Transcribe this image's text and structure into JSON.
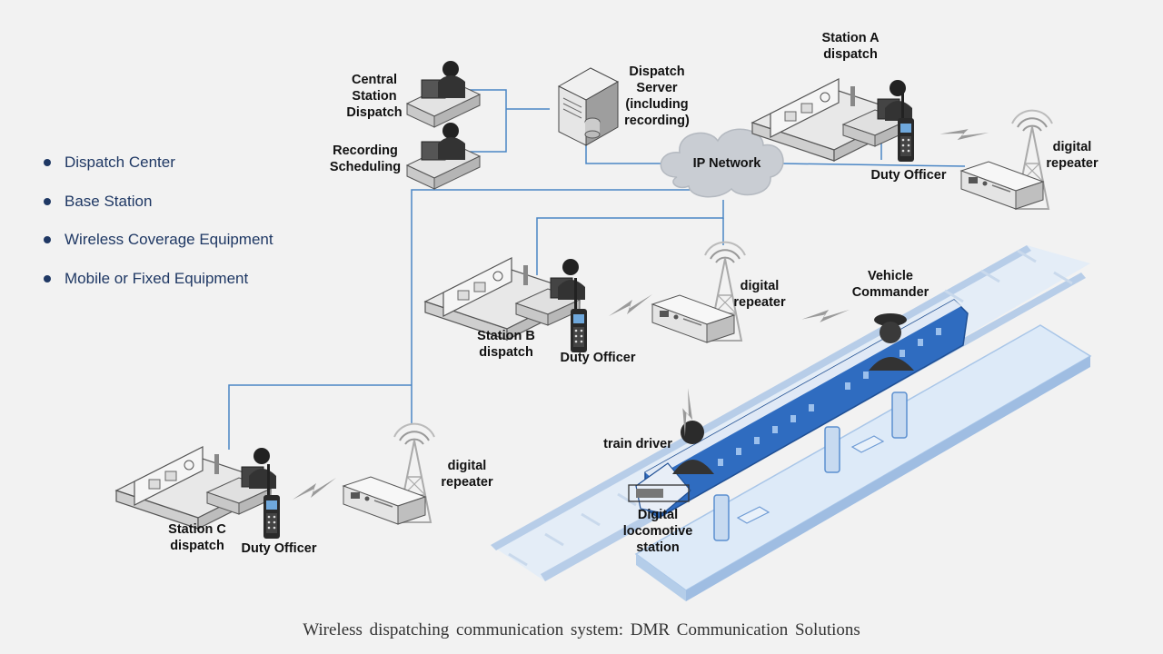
{
  "legend": {
    "items": [
      "Dispatch Center",
      "Base Station",
      "Wireless Coverage Equipment",
      "Mobile or Fixed Equipment"
    ]
  },
  "labels": {
    "central_station_dispatch": "Central\nStation\nDispatch",
    "recording_scheduling": "Recording\nScheduling",
    "dispatch_server": "Dispatch\nServer\n(including\nrecording)",
    "ip_network": "IP Network",
    "station_a_dispatch": "Station A\ndispatch",
    "station_a_duty_officer": "Duty Officer",
    "repeater_a": "digital\nrepeater",
    "station_b_dispatch": "Station B\ndispatch",
    "station_b_duty_officer": "Duty Officer",
    "repeater_b": "digital\nrepeater",
    "vehicle_commander": "Vehicle\nCommander",
    "train_driver": "train driver",
    "digital_locomotive_station": "Digital\nlocomotive\nstation",
    "station_c_dispatch": "Station C\ndispatch",
    "station_c_duty_officer": "Duty Officer",
    "repeater_c": "digital\nrepeater"
  },
  "caption": "Wireless dispatching communication system: DMR Communication Solutions",
  "colors": {
    "background": "#f2f2f2",
    "link_line": "#4a86c5",
    "legend_text": "#1f3864",
    "train_blue": "#2f6cc0",
    "platform_blue": "#d6e6f7",
    "cloud": "#c9cdd3"
  }
}
